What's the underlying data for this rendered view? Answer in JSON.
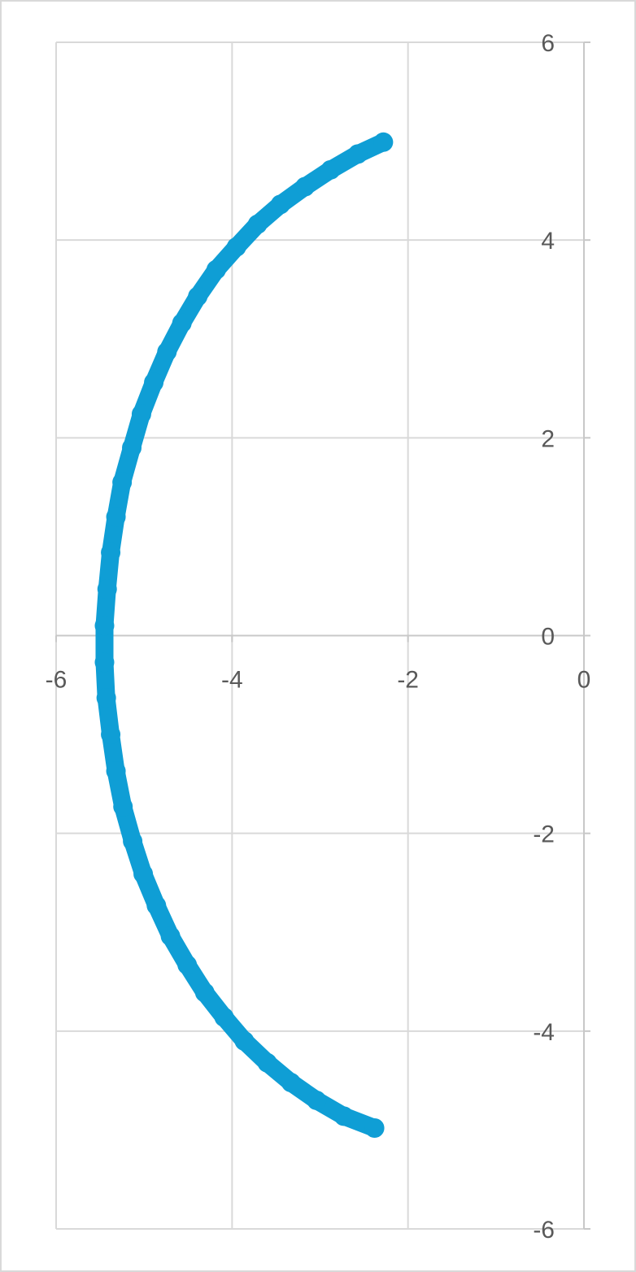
{
  "chart_data": {
    "type": "scatter",
    "title": "",
    "xlabel": "",
    "ylabel": "",
    "xlim": [
      -6,
      0
    ],
    "ylim": [
      -6,
      6
    ],
    "grid": true,
    "legend": "none",
    "x_ticks": [
      "-6",
      "-4",
      "-2",
      "0"
    ],
    "y_ticks": [
      "6",
      "4",
      "2",
      "0",
      "-2",
      "-4",
      "-6"
    ],
    "colors": {
      "series": "#0f9ed5",
      "grid": "#d9d9d9",
      "axis": "#c8c8c8",
      "tick_text": "#595959"
    },
    "series": [
      {
        "points": [
          [
            -2.28,
            4.99
          ],
          [
            -2.57,
            4.87
          ],
          [
            -2.88,
            4.71
          ],
          [
            -3.17,
            4.54
          ],
          [
            -3.45,
            4.36
          ],
          [
            -3.71,
            4.16
          ],
          [
            -3.95,
            3.93
          ],
          [
            -4.18,
            3.7
          ],
          [
            -4.39,
            3.43
          ],
          [
            -4.57,
            3.16
          ],
          [
            -4.74,
            2.87
          ],
          [
            -4.89,
            2.56
          ],
          [
            -5.03,
            2.24
          ],
          [
            -5.14,
            1.9
          ],
          [
            -5.25,
            1.55
          ],
          [
            -5.32,
            1.2
          ],
          [
            -5.38,
            0.84
          ],
          [
            -5.42,
            0.47
          ],
          [
            -5.45,
            0.1
          ],
          [
            -5.45,
            -0.27
          ],
          [
            -5.43,
            -0.63
          ],
          [
            -5.38,
            -1.0
          ],
          [
            -5.32,
            -1.37
          ],
          [
            -5.24,
            -1.73
          ],
          [
            -5.13,
            -2.08
          ],
          [
            -5.01,
            -2.41
          ],
          [
            -4.86,
            -2.73
          ],
          [
            -4.7,
            -3.04
          ],
          [
            -4.51,
            -3.33
          ],
          [
            -4.31,
            -3.61
          ],
          [
            -4.09,
            -3.86
          ],
          [
            -3.86,
            -4.1
          ],
          [
            -3.6,
            -4.32
          ],
          [
            -3.33,
            -4.52
          ],
          [
            -3.04,
            -4.7
          ],
          [
            -2.73,
            -4.86
          ],
          [
            -2.38,
            -4.98
          ]
        ]
      }
    ]
  }
}
